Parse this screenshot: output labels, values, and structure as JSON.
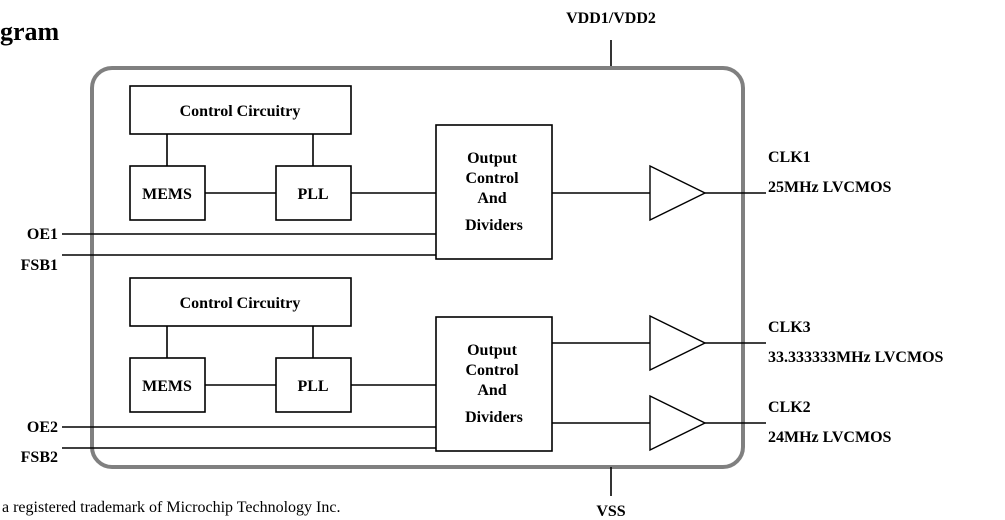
{
  "title": "gram",
  "footnote": "a registered trademark of Microchip Technology Inc.",
  "power": {
    "vdd_label": "VDD1/VDD2",
    "vss_label": "VSS"
  },
  "pll_block_1": {
    "control_label": "Control Circuitry",
    "mems_label": "MEMS",
    "pll_label": "PLL",
    "output_lines": [
      "Output",
      "Control",
      "And",
      "Dividers"
    ]
  },
  "pll_block_2": {
    "control_label": "Control Circuitry",
    "mems_label": "MEMS",
    "pll_label": "PLL",
    "output_lines": [
      "Output",
      "Control",
      "And",
      "Dividers"
    ]
  },
  "inputs": {
    "oe1": "OE1",
    "fsb1": "FSB1",
    "oe2": "OE2",
    "fsb2": "FSB2"
  },
  "outputs": {
    "clk1": {
      "name": "CLK1",
      "spec": "25MHz LVCMOS"
    },
    "clk3": {
      "name": "CLK3",
      "spec": "33.333333MHz LVCMOS"
    },
    "clk2": {
      "name": "CLK2",
      "spec": "24MHz LVCMOS"
    }
  }
}
